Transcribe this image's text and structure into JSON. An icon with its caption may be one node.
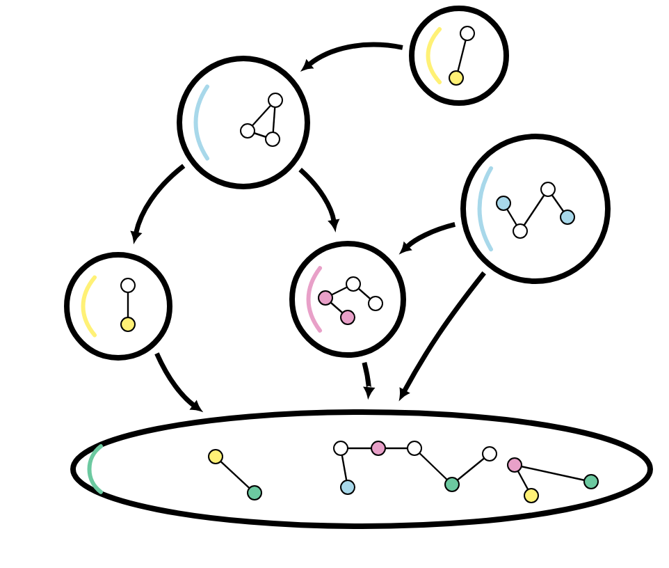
{
  "diagram": {
    "nodes": [
      {
        "text": [],
        "shape": "circle"
      },
      {
        "text": [],
        "shape": "circle"
      },
      {
        "text": [],
        "shape": "circle"
      },
      {
        "text": [],
        "shape": "circle"
      },
      {
        "text": [],
        "shape": "circle"
      },
      {
        "text": [],
        "shape": "ellipse"
      }
    ],
    "edges": [
      {
        "from": 0,
        "to": 1,
        "arrow": "to"
      },
      {
        "from": 1,
        "to": 3,
        "arrow": "to"
      },
      {
        "from": 1,
        "to": 4,
        "arrow": "to"
      },
      {
        "from": 2,
        "to": 4,
        "arrow": "to"
      },
      {
        "from": 3,
        "to": 5,
        "arrow": "to"
      },
      {
        "from": 4,
        "to": 5,
        "arrow": "to"
      },
      {
        "from": 2,
        "to": 5,
        "arrow": "to"
      }
    ]
  }
}
